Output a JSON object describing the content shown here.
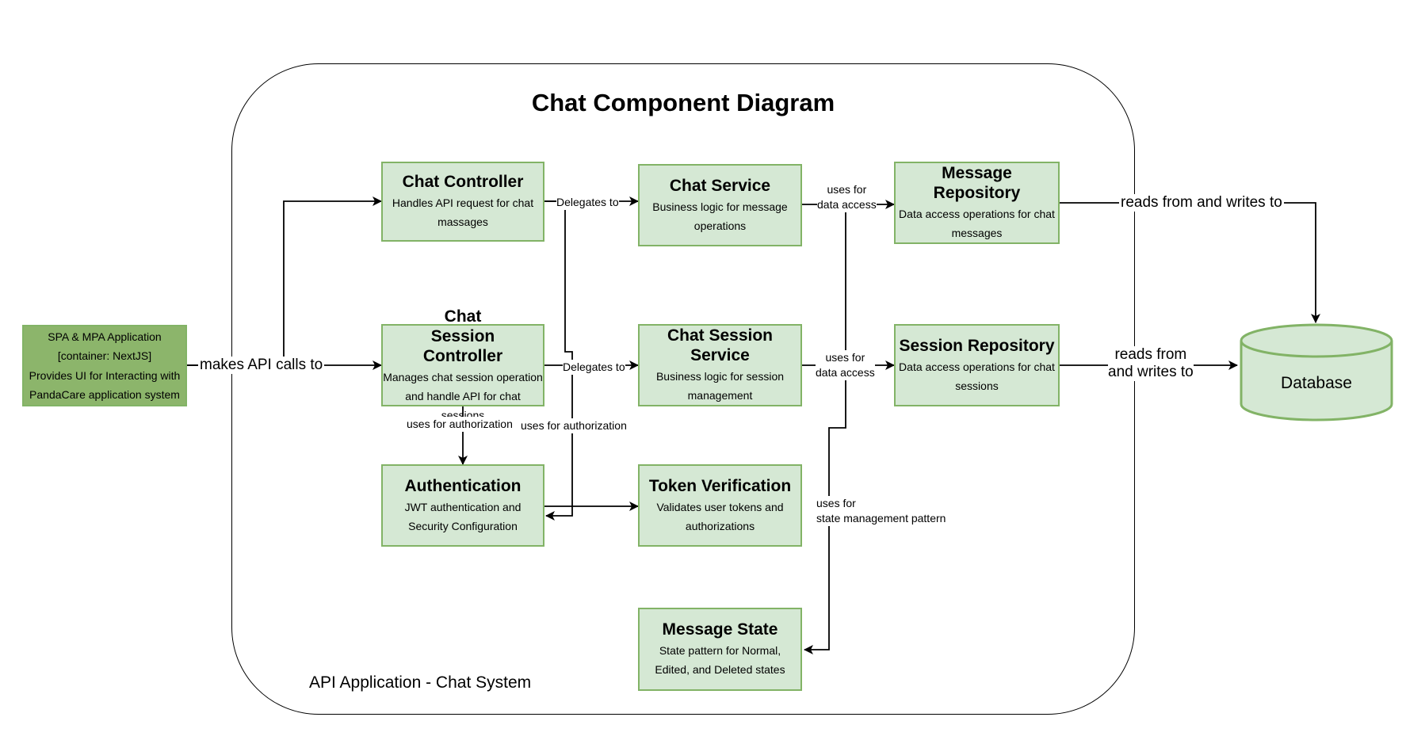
{
  "title": "Chat Component Diagram",
  "boundary_label": "API Application - Chat System",
  "external": {
    "lines": [
      "SPA & MPA Application",
      "[container: NextJS]",
      "Provides UI for Interacting with",
      "PandaCare application system"
    ]
  },
  "components": {
    "chat_controller": {
      "name": "Chat Controller",
      "description": "Handles API request for chat massages"
    },
    "chat_session_controller": {
      "name": "Chat Session Controller",
      "description": "Manages chat session operation and handle API for chat sessions"
    },
    "authentication": {
      "name": "Authentication",
      "description": "JWT authentication and Security Configuration"
    },
    "chat_service": {
      "name": "Chat Service",
      "description": "Business logic for message operations"
    },
    "chat_session_service": {
      "name": "Chat Session Service",
      "description": "Business logic for session management"
    },
    "token_verification": {
      "name": "Token Verification",
      "description": "Validates user tokens and authorizations"
    },
    "message_state": {
      "name": "Message State",
      "description": "State pattern for Normal, Edited, and Deleted states"
    },
    "message_repository": {
      "name": "Message Repository",
      "description": "Data access operations for chat messages"
    },
    "session_repository": {
      "name": "Session Repository",
      "description": "Data access operations for chat sessions"
    }
  },
  "database": {
    "name": "Database"
  },
  "edges": {
    "makes_api_calls": "makes API calls to",
    "delegates_chat": "Delegates to",
    "delegates_session": "Delegates to",
    "uses_for_authorization_1": "uses for authorization",
    "uses_for_authorization_2": "uses for authorization",
    "uses_for_data_access_1": "uses for\ndata access",
    "uses_for_data_access_2": "uses for\ndata access",
    "uses_for_state": "uses for\nstate management pattern",
    "reads_writes_messages": "reads from and writes to",
    "reads_writes_sessions": "reads from\nand writes to"
  },
  "colors": {
    "component_fill": "#d5e8d4",
    "component_border": "#82b366",
    "external_fill": "#8cb56b",
    "line": "#000000"
  }
}
